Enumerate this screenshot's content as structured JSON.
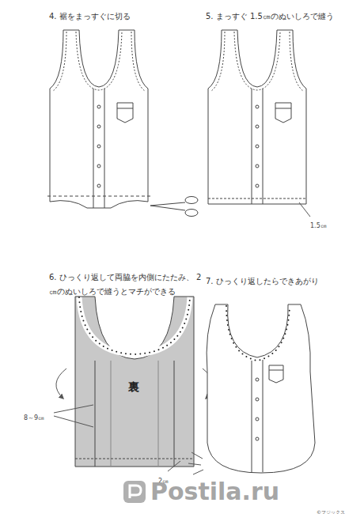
{
  "diagram": {
    "labels": [
      "4. 裾をまっすぐに切る",
      "5. まっすぐ 1.5㎝のぬいしろで縫う",
      "1.5㎝",
      "6. ひっくり返して両脇を内側にたたみ、 2㎝のぬいしろで縫うとマチができる",
      "裏",
      "8～9㎝",
      "2㎝",
      "7. ひっくり返したらできあがり",
      "Postila.ru",
      "©フジックス"
    ]
  }
}
